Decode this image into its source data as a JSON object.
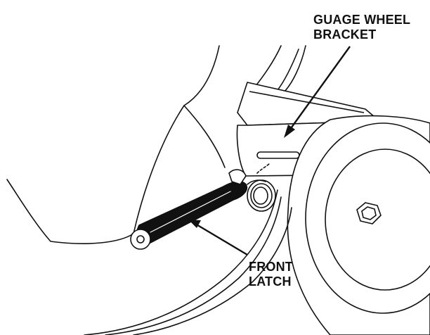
{
  "labels": {
    "gauge_wheel_bracket": {
      "line1": "GUAGE WHEEL",
      "line2": "BRACKET"
    },
    "front_latch": {
      "line1": "FRONT",
      "line2": "LATCH"
    }
  },
  "colors": {
    "ink": "#111111",
    "background": "#ffffff"
  }
}
